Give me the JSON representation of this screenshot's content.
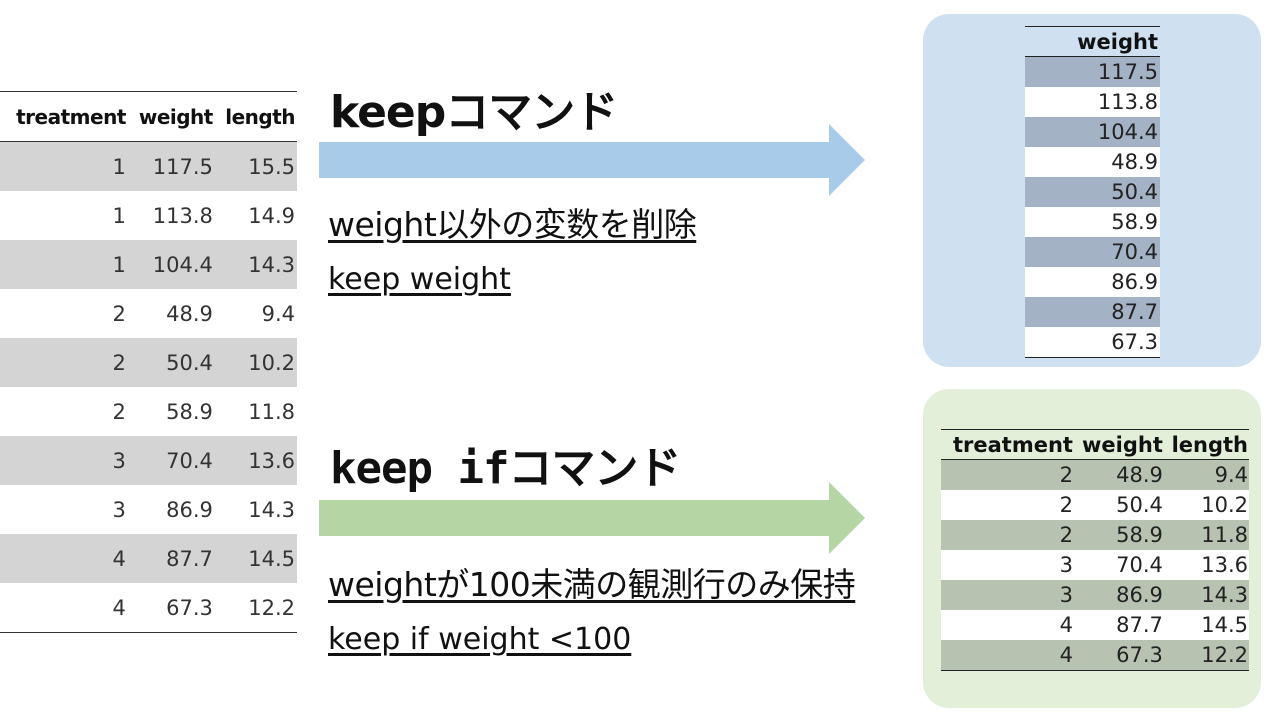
{
  "source_table": {
    "headers": [
      "treatment",
      "weight",
      "length"
    ],
    "rows": [
      [
        "1",
        "117.5",
        "15.5"
      ],
      [
        "1",
        "113.8",
        "14.9"
      ],
      [
        "1",
        "104.4",
        "14.3"
      ],
      [
        "2",
        "48.9",
        "9.4"
      ],
      [
        "2",
        "50.4",
        "10.2"
      ],
      [
        "2",
        "58.9",
        "11.8"
      ],
      [
        "3",
        "70.4",
        "13.6"
      ],
      [
        "3",
        "86.9",
        "14.3"
      ],
      [
        "4",
        "87.7",
        "14.5"
      ],
      [
        "4",
        "67.3",
        "12.2"
      ]
    ]
  },
  "keep_section": {
    "heading": "keepコマンド",
    "description": "weight以外の変数を削除",
    "code": "keep weight",
    "arrow_color": "#a9cbea",
    "panel_color": "#cfe0f1",
    "result_table": {
      "headers": [
        "weight"
      ],
      "rows": [
        [
          "117.5"
        ],
        [
          "113.8"
        ],
        [
          "104.4"
        ],
        [
          "48.9"
        ],
        [
          "50.4"
        ],
        [
          "58.9"
        ],
        [
          "70.4"
        ],
        [
          "86.9"
        ],
        [
          "87.7"
        ],
        [
          "67.3"
        ]
      ]
    }
  },
  "keep_if_section": {
    "heading": "keep ifコマンド",
    "description": "weightが100未満の観測行のみ保持",
    "code": "keep if weight <100",
    "arrow_color": "#b6d5a4",
    "panel_color": "#e3efd9",
    "result_table": {
      "headers": [
        "treatment",
        "weight",
        "length"
      ],
      "rows": [
        [
          "2",
          "48.9",
          "9.4"
        ],
        [
          "2",
          "50.4",
          "10.2"
        ],
        [
          "2",
          "58.9",
          "11.8"
        ],
        [
          "3",
          "70.4",
          "13.6"
        ],
        [
          "3",
          "86.9",
          "14.3"
        ],
        [
          "4",
          "87.7",
          "14.5"
        ],
        [
          "4",
          "67.3",
          "12.2"
        ]
      ]
    }
  }
}
